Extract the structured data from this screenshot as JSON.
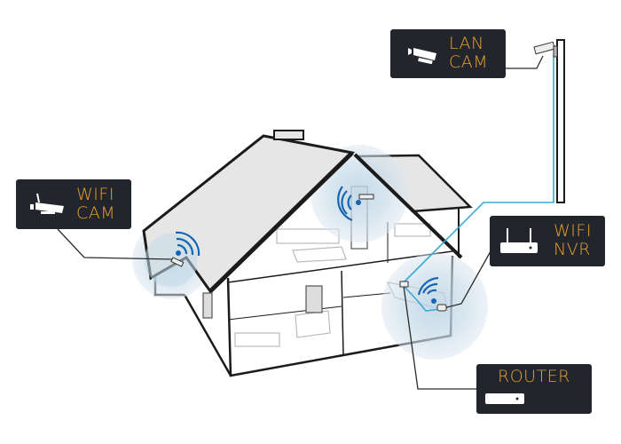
{
  "labels": {
    "lan_cam": {
      "line1": "LAN",
      "line2": "CAM"
    },
    "wifi_cam": {
      "line1": "WIFI",
      "line2": "CAM"
    },
    "wifi_nvr": {
      "line1": "WIFI",
      "line2": "NVR"
    },
    "router": {
      "line1": "ROUTER"
    }
  },
  "colors": {
    "box": "#22252b",
    "label": "#e9a12f",
    "cable": "#3aa8d8",
    "signal": "#1565b0",
    "roof": "#e6e6e6"
  }
}
